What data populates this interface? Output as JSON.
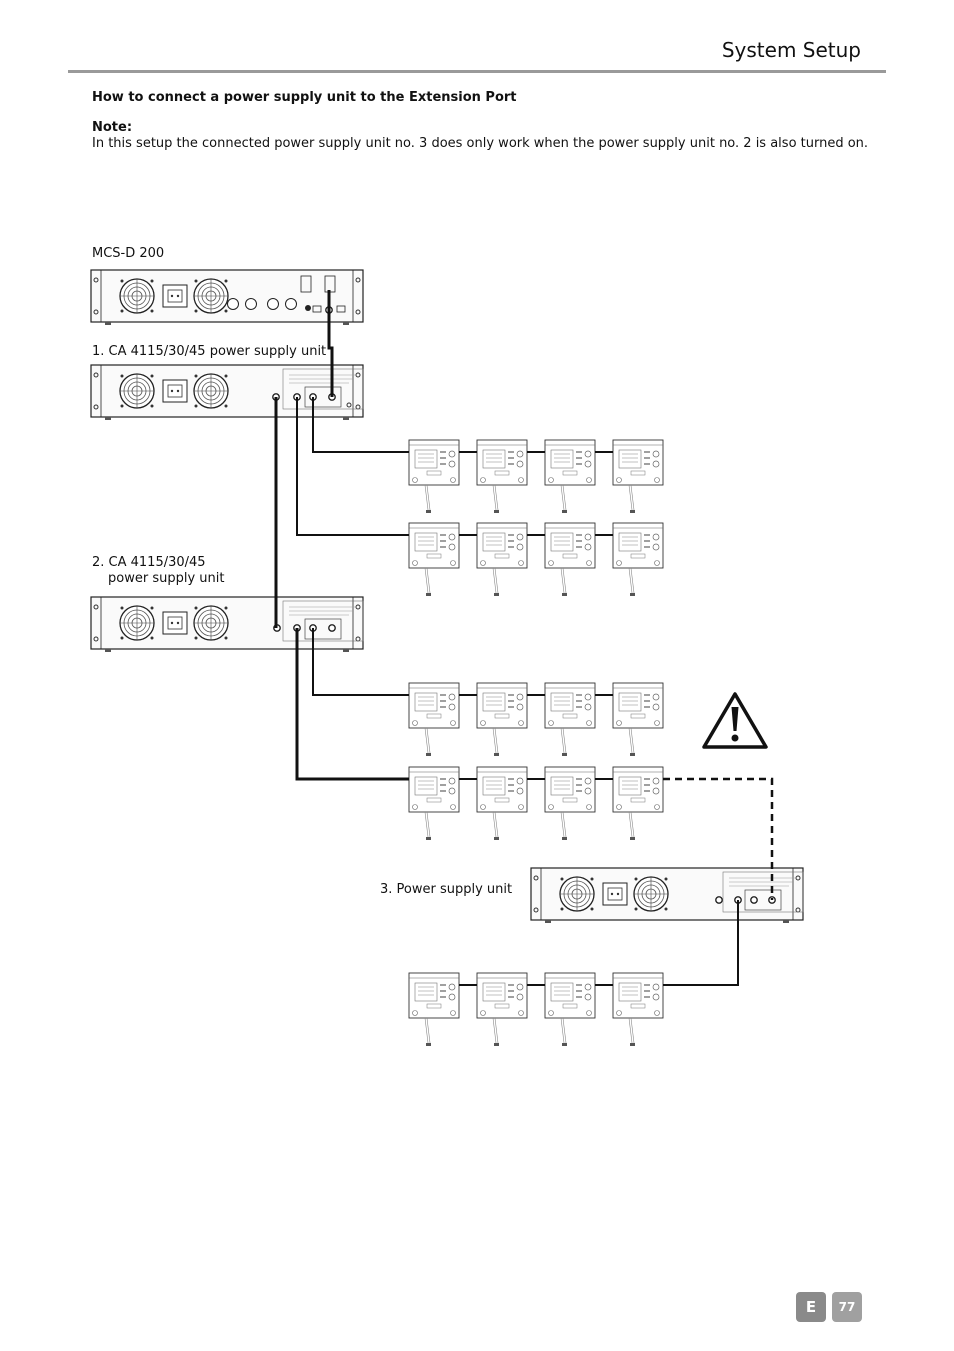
{
  "header": {
    "title": "System Setup"
  },
  "section": {
    "heading": "How to connect a power supply unit to the Extension Port",
    "note_label": "Note:",
    "note_text": "In this setup the connected power supply unit no. 3 does only work when the power supply unit no. 2 is also turned on."
  },
  "diagram": {
    "mcs_label": "MCS-D 200",
    "psu1_label": "1. CA 4115/30/45 power supply unit",
    "psu2_label_line1": "2. CA 4115/30/45",
    "psu2_label_line2": "power supply unit",
    "psu3_label": "3. Power supply unit"
  },
  "footer": {
    "lang_badge": "E",
    "page_number": "77"
  }
}
